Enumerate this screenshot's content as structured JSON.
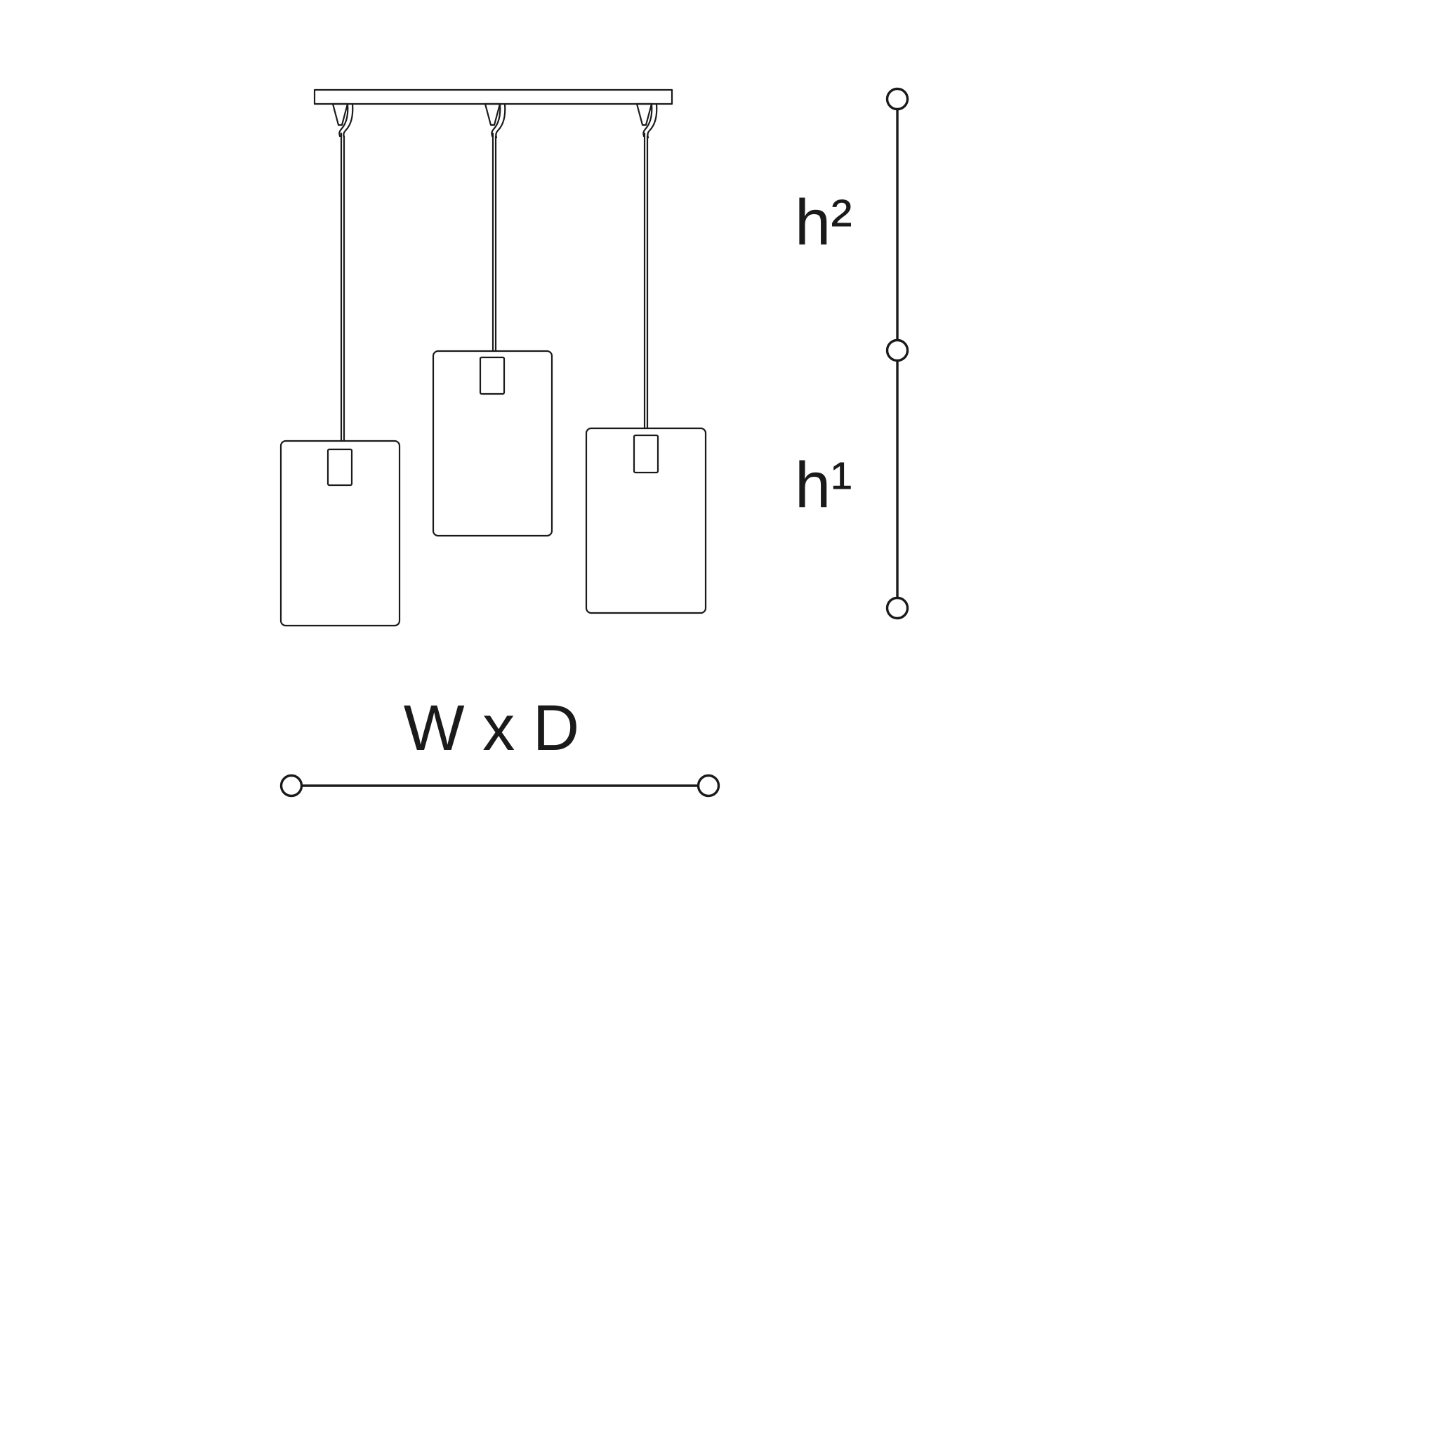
{
  "diagram": {
    "labels": {
      "height_upper": "h²",
      "height_lower": "h¹",
      "width_depth": "W x D"
    },
    "pendant_count": 3,
    "line_color": "#1a1a1a",
    "background": "#ffffff"
  }
}
